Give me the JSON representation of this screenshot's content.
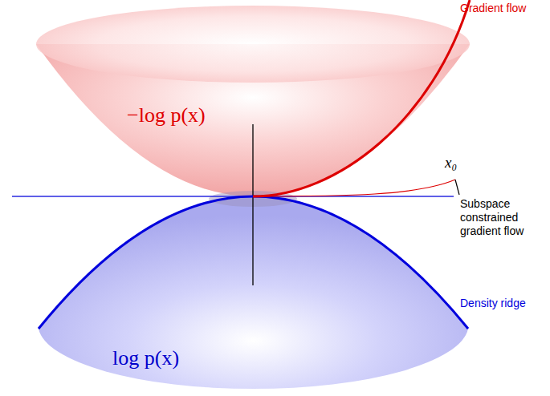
{
  "diagram": {
    "labels": [
      "Gradient flow",
      "−log p(x)",
      "x₀",
      "Subspace constrained gradient flow",
      "Density ridge",
      "log p(x)"
    ]
  }
}
